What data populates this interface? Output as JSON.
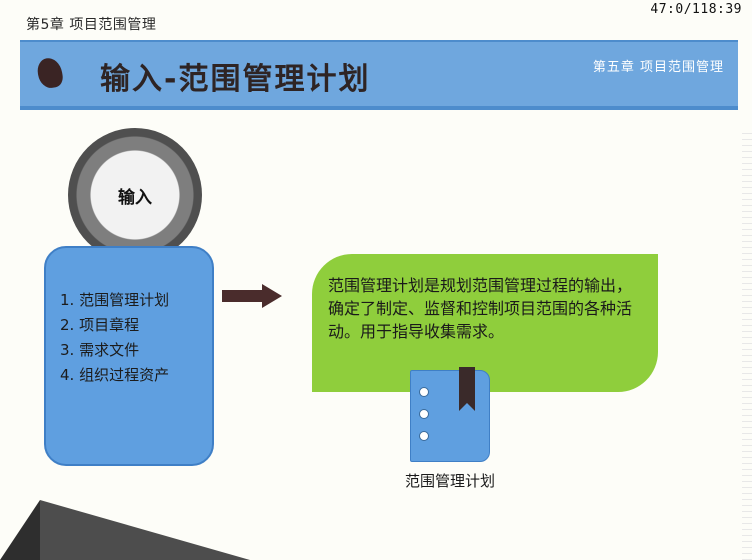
{
  "chapter_tag": "第5章 项目范围管理",
  "timer": "47:0/118:39",
  "header": {
    "title": "输入-范围管理计划",
    "chapter": "第五章 项目范围管理"
  },
  "ring_label": "输入",
  "inputs": [
    "1. 范围管理计划",
    "2. 项目章程",
    "3. 需求文件",
    "4. 组织过程资产"
  ],
  "description": "范围管理计划是规划范围管理过程的输出，确定了制定、监督和控制项目范围的各种活动。用于指导收集需求。",
  "notebook_label": "范围管理计划",
  "icons": [
    "bullet-icon",
    "arrow-right-icon",
    "notebook-icon",
    "bookmark-icon"
  ],
  "colors": {
    "banner": "#6fa7de",
    "card_blue": "#5f9fe0",
    "card_green": "#8fce3c",
    "arrow": "#4a2c2c"
  }
}
